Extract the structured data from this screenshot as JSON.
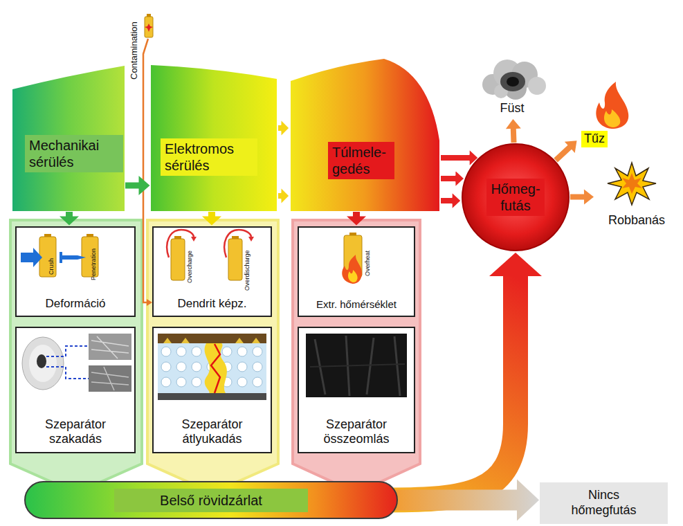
{
  "diagram": {
    "nodes": [
      {
        "text": [
          "Mechanikai sérülés"
        ]
      },
      {
        "text": [
          "Elektromos sérülés"
        ]
      },
      {
        "text": [
          "Túlmele- gedés"
        ]
      },
      {
        "text": [
          "Hőmeg- futás"
        ]
      },
      {
        "text": [
          "Füst"
        ]
      },
      {
        "text": [
          "Tűz"
        ]
      },
      {
        "text": [
          "Robbanás"
        ]
      },
      {
        "text": [
          "Deformáció"
        ]
      },
      {
        "text": [
          "Dendrit képz."
        ]
      },
      {
        "text": [
          "Extr. hőmérséklet"
        ]
      },
      {
        "text": [
          "Szeparátor szakadás"
        ]
      },
      {
        "text": [
          "Szeparátor átlyukadás"
        ]
      },
      {
        "text": [
          "Szeparátor összeomlás"
        ]
      },
      {
        "text": [
          "Belső rövidzárlat"
        ]
      },
      {
        "text": [
          "Nincs hőmegfutás"
        ]
      }
    ],
    "edges": [
      {
        "from": 0,
        "to": 1,
        "arrow": "to"
      },
      {
        "from": 1,
        "to": 2,
        "arrow": "to"
      },
      {
        "from": 1,
        "to": 2,
        "arrow": "to"
      },
      {
        "from": 2,
        "to": 3,
        "arrow": "to"
      },
      {
        "from": 2,
        "to": 3,
        "arrow": "to"
      },
      {
        "from": 2,
        "to": 3,
        "arrow": "to"
      },
      {
        "from": 3,
        "to": 4,
        "arrow": "to"
      },
      {
        "from": 3,
        "to": 5,
        "arrow": "to"
      },
      {
        "from": 3,
        "to": 6,
        "arrow": "to"
      },
      {
        "from": 0,
        "to": 7,
        "arrow": "to"
      },
      {
        "from": 1,
        "to": 8,
        "arrow": "to"
      },
      {
        "from": 2,
        "to": 9,
        "arrow": "to"
      },
      {
        "from": 13,
        "to": 3,
        "arrow": "to"
      },
      {
        "from": 13,
        "to": 14,
        "arrow": "to"
      }
    ],
    "labels": [
      "Contamination",
      "Crush",
      "Penetration",
      "Overcharge",
      "Overdischarge",
      "Overheat"
    ]
  }
}
